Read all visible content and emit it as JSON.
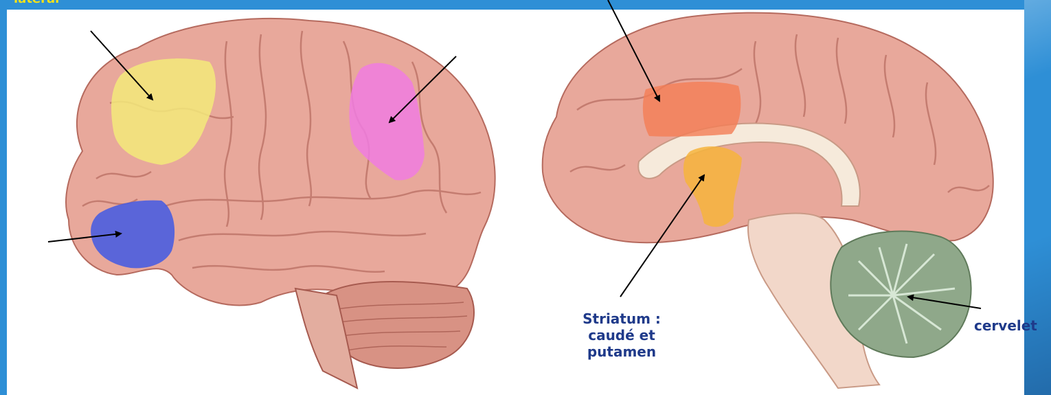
{
  "colors": {
    "background_blue": "#2e8fd6",
    "label_blue": "#1f3a8a",
    "title_yellow": "#f2e21a",
    "brain_pink": "#e8a89b",
    "highlight_yellow": "#f3ea7a",
    "highlight_pink": "#f07ce0",
    "highlight_blue": "#4a5de0",
    "highlight_orange": "#f47d55",
    "highlight_amber": "#f6b43c",
    "cerebellum_green": "#8fa88a"
  },
  "labels": {
    "top_left_title": "latéral",
    "striatum": [
      "Striatum :",
      "caudé et",
      "putamen"
    ],
    "cervelet": "cervelet"
  }
}
